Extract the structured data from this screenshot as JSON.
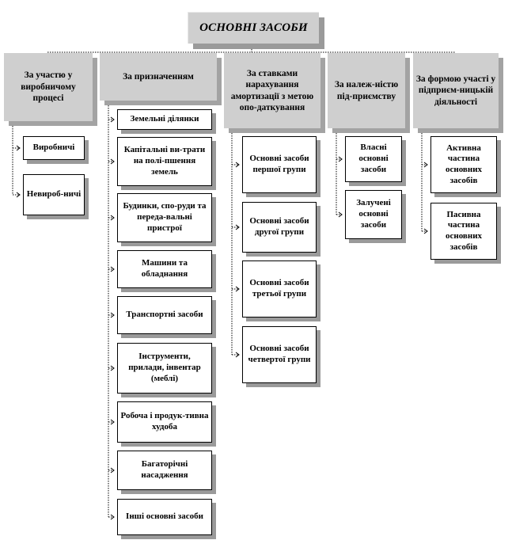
{
  "root": "ОСНОВНІ ЗАСОБИ",
  "categories": [
    {
      "label": "За участю у виробничому процесі",
      "children": [
        "Виробничі",
        "Невироб-ничі"
      ]
    },
    {
      "label": "За призначенням",
      "children": [
        "Земельні ділянки",
        "Капітальні ви-трати на полі-пшення земель",
        "Будинки, спо-руди та переда-вальні пристрої",
        "Машини та обладнання",
        "Транспортні засоби",
        "Інструменти, прилади, інвентар (меблі)",
        "Робоча і продук-тивна худоба",
        "Багаторічні насадження",
        "Інші основні засоби"
      ]
    },
    {
      "label": "За ставками нарахування амортизації з метою опо-даткування",
      "children": [
        "Основні засоби першої групи",
        "Основні засоби другої групи",
        "Основні засоби третьої групи",
        "Основні засоби четвертої групи"
      ]
    },
    {
      "label": "За належ-ністю під-приємству",
      "children": [
        "Власні основні засоби",
        "Залучені основні засоби"
      ]
    },
    {
      "label": "За формою участі у підприєм-ницькій діяльності",
      "children": [
        "Активна частина основних засобів",
        "Пасивна частина основних засобів"
      ]
    }
  ]
}
